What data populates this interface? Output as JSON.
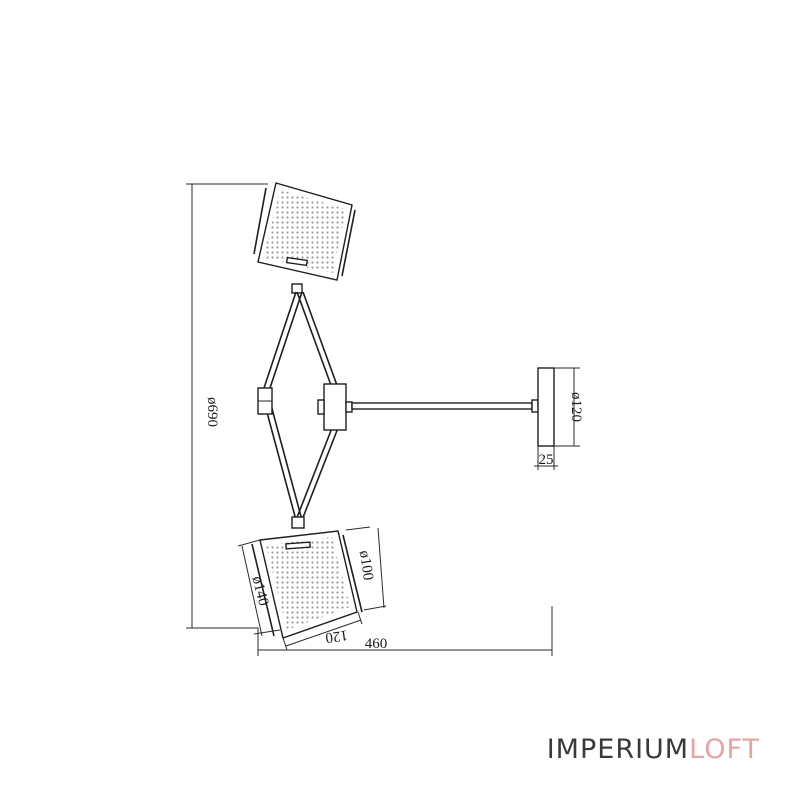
{
  "dimensions": {
    "height": "ø690",
    "width": "460",
    "base_diameter": "ø120",
    "base_depth": "25",
    "shade_top_diameter": "ø100",
    "shade_bottom_diameter": "ø140",
    "shade_height": "120"
  },
  "brand": {
    "name_part1": "IMPERIUM",
    "name_part2": "LOFT",
    "accent_color": "#e8a3a3"
  }
}
